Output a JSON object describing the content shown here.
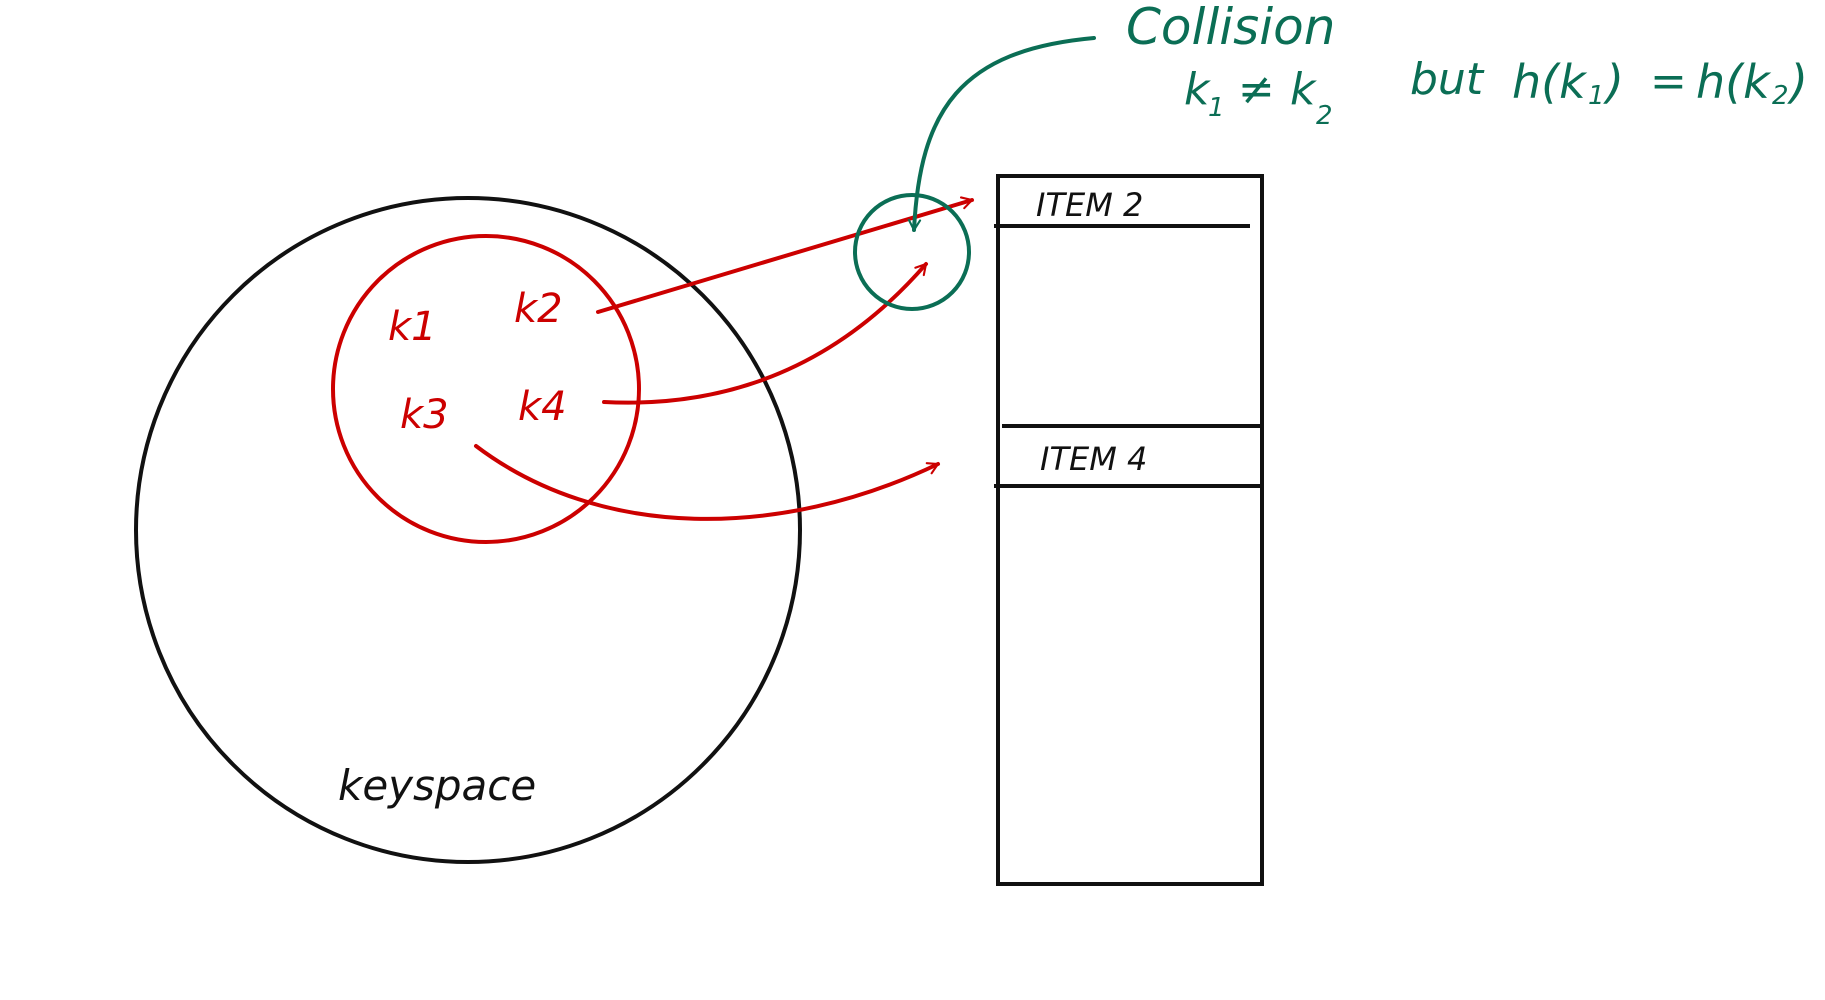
{
  "keyspace": {
    "label": "keyspace",
    "keys": [
      "k1",
      "k2",
      "k3",
      "k4"
    ]
  },
  "table": {
    "slots": [
      "ITEM 2",
      "ITEM 4"
    ]
  },
  "annotation": {
    "title": "Collision",
    "k1": "k",
    "k1_sub": "1",
    "neq": "≠",
    "k2": "k",
    "k2_sub": "2",
    "but": "but",
    "h1": "h(k",
    "h1_sub": "1",
    "h1_close": ")",
    "eq": "=",
    "h2": "h(k",
    "h2_sub": "2",
    "h2_close": ")"
  },
  "colors": {
    "keys": "#cc0000",
    "collision": "#0b6e55",
    "outline": "#111111"
  }
}
